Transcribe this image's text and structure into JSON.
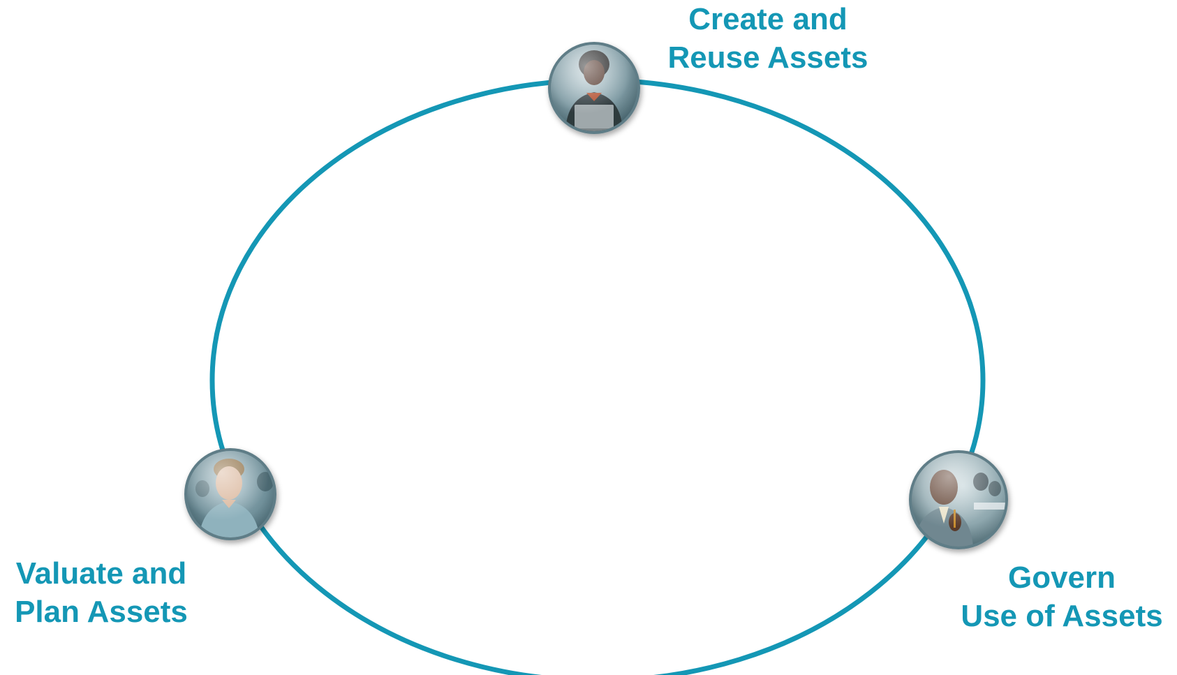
{
  "diagram": {
    "type": "cycle",
    "colors": {
      "ring": "#1497b5",
      "label": "#1497b5",
      "node_rim": "#5f7d87"
    },
    "nodes": [
      {
        "id": "create",
        "label_lines": [
          "Create and",
          "Reuse Assets"
        ],
        "icon": "person-with-laptop-photo"
      },
      {
        "id": "valuate",
        "label_lines": [
          "Valuate and",
          "Plan Assets"
        ],
        "icon": "man-portrait-photo"
      },
      {
        "id": "govern",
        "label_lines": [
          "Govern",
          "Use of Assets"
        ],
        "icon": "businessman-meeting-photo"
      }
    ]
  }
}
